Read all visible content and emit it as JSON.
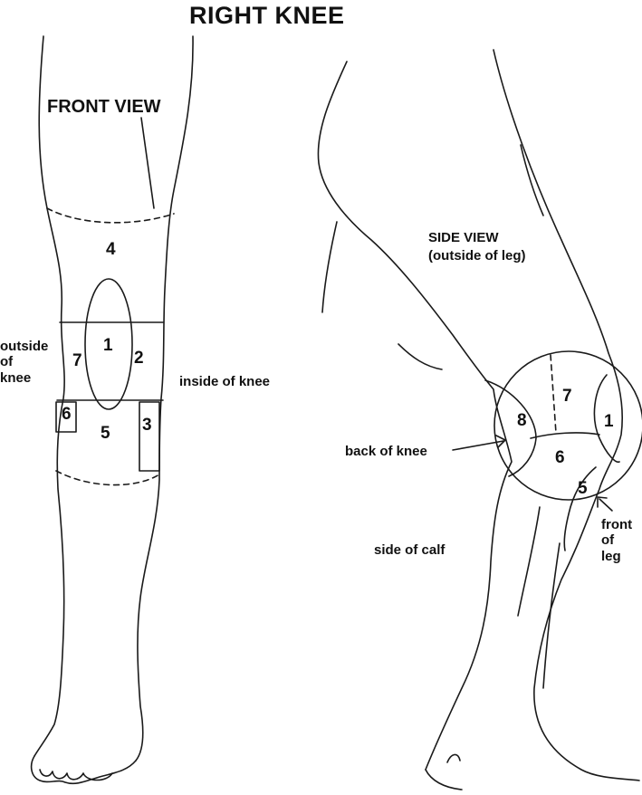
{
  "diagram": {
    "title": "RIGHT KNEE",
    "front": {
      "view_label": "FRONT VIEW",
      "outside_label": "outside\nof\nknee",
      "inside_label": "inside of knee",
      "zones": {
        "z1": "1",
        "z2": "2",
        "z3": "3",
        "z4": "4",
        "z5": "5",
        "z6": "6",
        "z7": "7"
      }
    },
    "side": {
      "view_label": "SIDE VIEW",
      "view_sublabel": "(outside of leg)",
      "back_label": "back of knee",
      "calf_label": "side of calf",
      "front_leg_label": "front\nof\nleg",
      "zones": {
        "z1": "1",
        "z5": "5",
        "z6": "6",
        "z7": "7",
        "z8": "8"
      }
    }
  }
}
